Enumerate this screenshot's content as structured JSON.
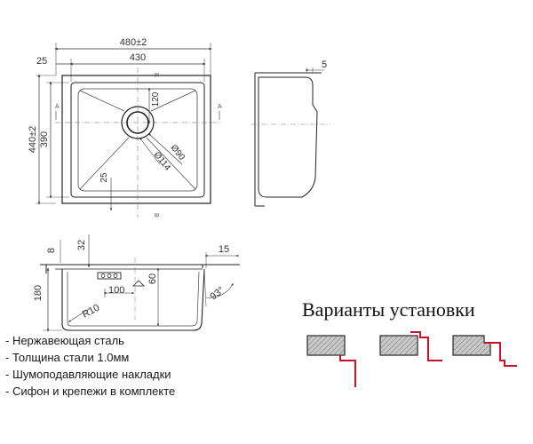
{
  "top_view": {
    "width_outer": "480±2",
    "width_inner": "430",
    "flange": "25",
    "height_outer": "440±2",
    "height_inner": "390",
    "drain_offset": "120",
    "drain_dia_inner": "Ø90",
    "drain_dia_outer": "Ø114",
    "bottom_offset": "25",
    "section_marker_a": "A",
    "section_marker_b": "B"
  },
  "side_view": {
    "wall_offset": "5"
  },
  "section_view": {
    "flange_height": "8",
    "edge_offset": "32",
    "right_offset": "15",
    "depth": "180",
    "overflow_height": "60",
    "overflow_width": "100",
    "corner_radius": "R10",
    "angle": "93°"
  },
  "specs": {
    "items": [
      "- Нержавеющая сталь",
      "- Толщина стали 1.0мм",
      "- Шумоподавляющие накладки",
      "- Сифон и крепежи в комплекте"
    ]
  },
  "installation": {
    "title": "Варианты установки",
    "accent_color": "#c8102e",
    "fill_color": "#c8c8c8"
  }
}
